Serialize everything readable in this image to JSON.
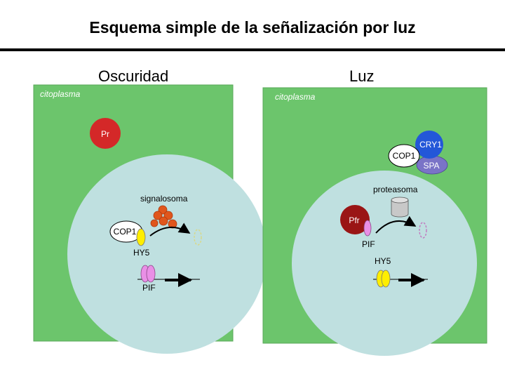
{
  "title": "Esquema simple de la señalización por luz",
  "dark_panel": {
    "heading": "Oscuridad",
    "cytoplasm_label": "citoplasma",
    "pr_label": "Pr",
    "signalosome_label": "signalosoma",
    "cop1_label": "COP1",
    "hy5_label": "HY5",
    "pif_label": "PIF"
  },
  "light_panel": {
    "heading": "Luz",
    "cytoplasm_label": "citoplasma",
    "cry1_label": "CRY1",
    "cop1_label": "COP1",
    "spa_label": "SPA",
    "proteasome_label": "proteasoma",
    "pfr_label": "Pfr",
    "pif_label": "PIF",
    "hy5_label": "HY5"
  },
  "colors": {
    "cytoplasm": "#6cc56c",
    "nucleus": "#bfe0e0",
    "pr": "#d42828",
    "pfr": "#9a1515",
    "cry1": "#2357d8",
    "spa": "#7a73c7",
    "signalosome": "#e0561c",
    "cop1_yellow": "#ffee00",
    "pif_pink": "#e98fe6",
    "proteasome": "#c8c8c8"
  }
}
